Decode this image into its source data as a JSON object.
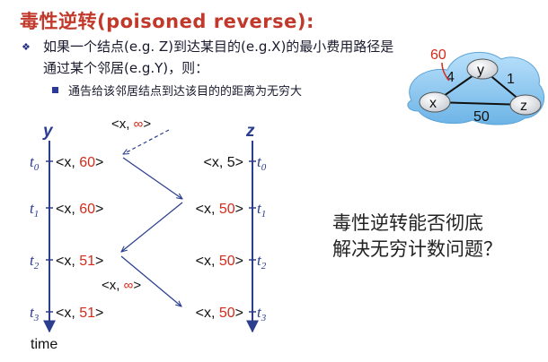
{
  "title": "毒性逆转(poisoned reverse):",
  "bullet1": "如果一个结点(e.g. Z)到达某目的(e.g.X)的最小费用路径是通过某个邻居(e.g.Y)，则：",
  "bullet2": "通告给该邻居结点到达该目的的距离为无穷大",
  "question_line1": "毒性逆转能否彻底",
  "question_line2": "解决无穷计数问题？",
  "graph": {
    "nodes": [
      "x",
      "y",
      "z"
    ],
    "edges": [
      {
        "from": "x",
        "to": "y",
        "cost": "4"
      },
      {
        "from": "y",
        "to": "z",
        "cost": "1"
      },
      {
        "from": "x",
        "to": "z",
        "cost": "50"
      }
    ],
    "changed_cost": "60"
  },
  "timeline": {
    "left_label": "y",
    "right_label": "z",
    "axis_label": "time",
    "times": [
      {
        "main": "t",
        "sub": "0"
      },
      {
        "main": "t",
        "sub": "1"
      },
      {
        "main": "t",
        "sub": "2"
      },
      {
        "main": "t",
        "sub": "3"
      }
    ],
    "y_entries": [
      {
        "prefix": "<x, ",
        "value": "60",
        "suffix": ">",
        "highlight": true
      },
      {
        "prefix": "<x, ",
        "value": "60",
        "suffix": ">",
        "highlight": true
      },
      {
        "prefix": "<x, ",
        "value": "51",
        "suffix": ">",
        "highlight": true
      },
      {
        "prefix": "<x, ",
        "value": "51",
        "suffix": ">",
        "highlight": true
      }
    ],
    "z_entries": [
      {
        "prefix": "<x, ",
        "value": "5",
        "suffix": ">",
        "highlight": false
      },
      {
        "prefix": "<x, ",
        "value": "50",
        "suffix": ">",
        "highlight": true
      },
      {
        "prefix": "<x, ",
        "value": "50",
        "suffix": ">",
        "highlight": true
      },
      {
        "prefix": "<x, ",
        "value": "50",
        "suffix": ">",
        "highlight": true
      }
    ],
    "messages": [
      {
        "prefix": "<x, ",
        "value": "∞",
        "suffix": ">"
      },
      {
        "prefix": "<x, ",
        "value": "∞",
        "suffix": ">"
      }
    ]
  },
  "colors": {
    "title": "#c0392b",
    "highlight": "#d62a1a",
    "arrow": "#2a3d8f",
    "cloud": "#8ec8f0"
  }
}
